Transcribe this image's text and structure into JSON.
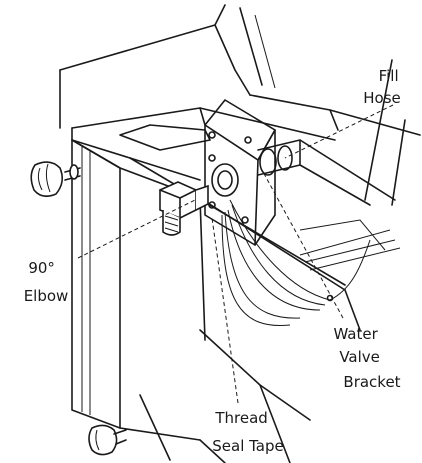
{
  "labels": {
    "fill_hose": [
      "Fill",
      "Hose"
    ],
    "elbow": [
      "90°",
      "Elbow"
    ],
    "water_valve_bracket": [
      "Water",
      "Valve",
      "Bracket"
    ],
    "thread_seal_tape": [
      "Thread",
      "Seal Tape"
    ]
  },
  "icons": {
    "knob_top": "adjustment-knob-icon",
    "knob_bottom": "adjustment-knob-icon"
  }
}
